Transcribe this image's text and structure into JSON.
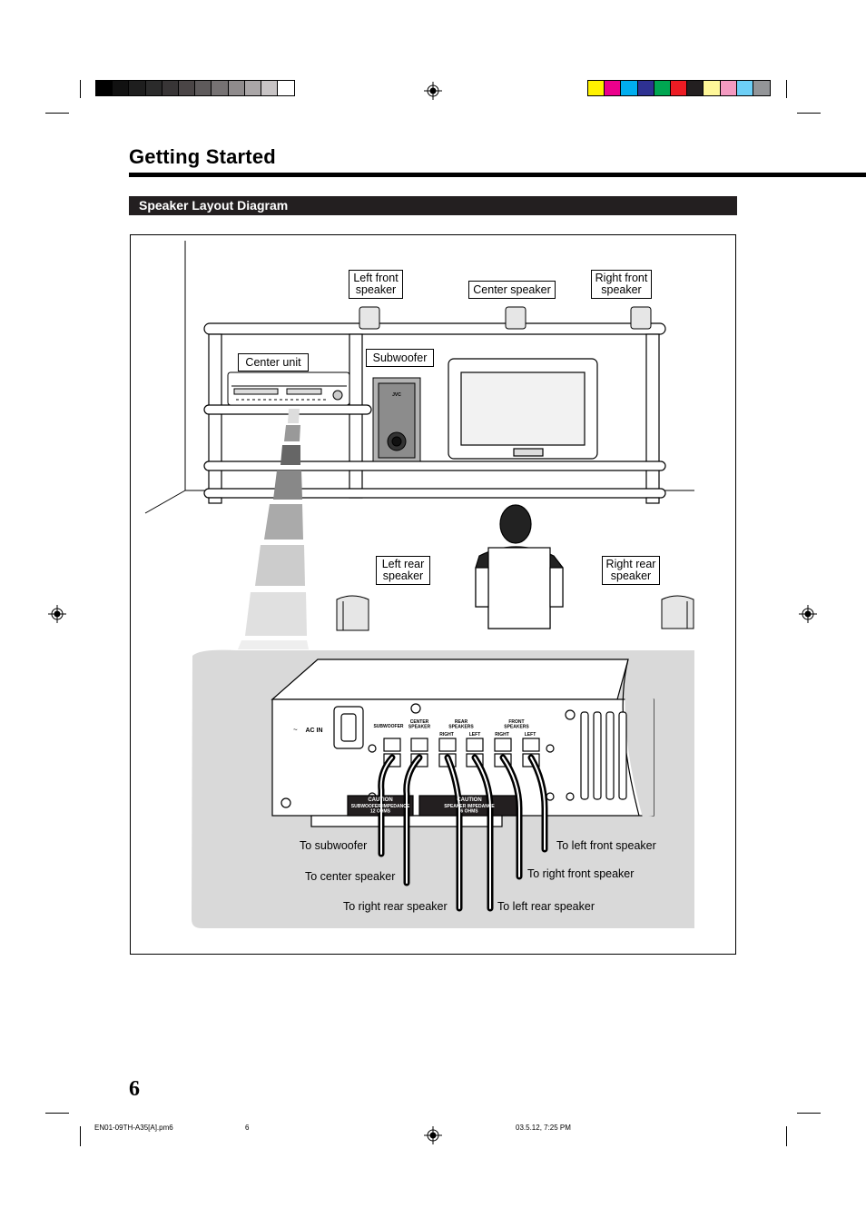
{
  "page": {
    "title": "Getting Started",
    "section_heading": "Speaker Layout Diagram",
    "page_number": "6"
  },
  "diagram": {
    "labels": {
      "left_front": "Left front\nspeaker",
      "center_speaker": "Center speaker",
      "right_front": "Right front\nspeaker",
      "center_unit": "Center unit",
      "subwoofer": "Subwoofer",
      "left_rear": "Left rear\nspeaker",
      "right_rear": "Right rear\nspeaker"
    },
    "rear_panel": {
      "ac_in": "AC IN",
      "subwoofer": "SUBWOOFER",
      "center_speaker": "CENTER\nSPEAKER",
      "rear_speakers": "REAR\nSPEAKERS",
      "front_speakers": "FRONT\nSPEAKERS",
      "right": "RIGHT",
      "left": "LEFT",
      "caution": "CAUTION",
      "subwoofer_impedance": "SUBWOOFER IMPEDANCE\n12 OHMS",
      "speaker_impedance": "SPEAKER IMPEDANCE\n6 OHMS",
      "brand": "JVC"
    },
    "callouts": {
      "to_subwoofer": "To subwoofer",
      "to_center": "To center speaker",
      "to_right_rear": "To right rear speaker",
      "to_left_rear": "To left rear speaker",
      "to_right_front": "To right front speaker",
      "to_left_front": "To left front speaker"
    }
  },
  "footer": {
    "file": "EN01-09TH-A35[A].pm6",
    "page": "6",
    "timestamp": "03.5.12, 7:25 PM"
  },
  "colors": {
    "gray_bar": [
      "#000000",
      "#111111",
      "#1e1e1e",
      "#2b2b2b",
      "#383536",
      "#4a4546",
      "#5e5a5b",
      "#767273",
      "#8f8b8c",
      "#aaa6a7",
      "#c8c4c5",
      "#ffffff"
    ],
    "color_bar": [
      "#fff200",
      "#ec008c",
      "#00aeef",
      "#2e3192",
      "#00a651",
      "#ed1c24",
      "#231f20",
      "#fff799",
      "#f49ac1",
      "#6dcff6",
      "#939598"
    ],
    "floor_gray": "#d9d9d9",
    "section_bar": "#231f20"
  }
}
